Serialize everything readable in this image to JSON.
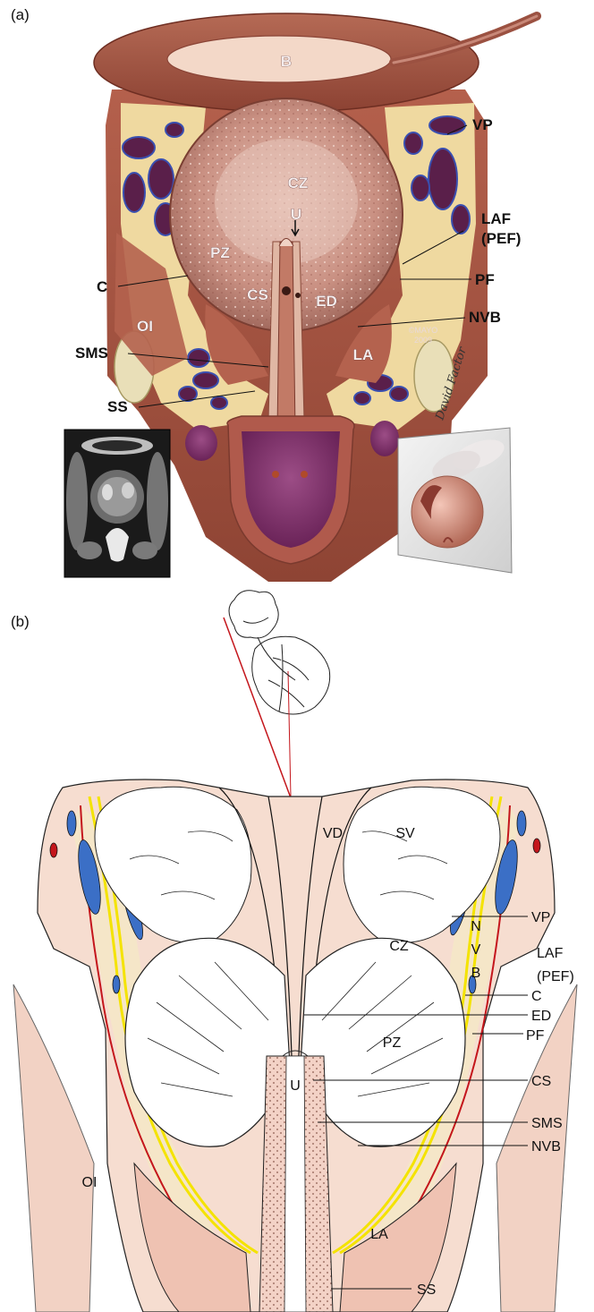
{
  "panel_a": {
    "tag": "(a)",
    "labels": {
      "B": "B",
      "CZ": "CZ",
      "PZ": "PZ",
      "U": "U",
      "CS": "CS",
      "ED": "ED",
      "OI": "OI",
      "LA": "LA",
      "VP": "VP",
      "LAF": "LAF",
      "PEF": "(PEF)",
      "PF": "PF",
      "NVB": "NVB",
      "C": "C",
      "SMS": "SMS",
      "SS": "SS"
    },
    "copyright": "©MAYO",
    "year": "2009",
    "signature": "David Factor"
  },
  "panel_b": {
    "tag": "(b)",
    "labels": {
      "VD": "VD",
      "SV": "SV",
      "CZ": "CZ",
      "PZ": "PZ",
      "U": "U",
      "OI": "OI",
      "LA": "LA",
      "N": "N",
      "V": "V",
      "B": "B",
      "VP": "VP",
      "LAF": "LAF",
      "PEF": "(PEF)",
      "C": "C",
      "ED": "ED",
      "PF": "PF",
      "CS": "CS",
      "SMS": "SMS",
      "NVB": "NVB",
      "SS": "SS"
    }
  },
  "colors": {
    "muscle": "#a85a48",
    "fat": "#efd9a0",
    "vessel": "#5a1f4a",
    "prostate": "#c88c80",
    "sketch_muscle": "#f2c9b8",
    "sketch_yellow": "#f4e300",
    "sketch_red": "#c4161c",
    "sketch_blue": "#3b6fc6"
  }
}
